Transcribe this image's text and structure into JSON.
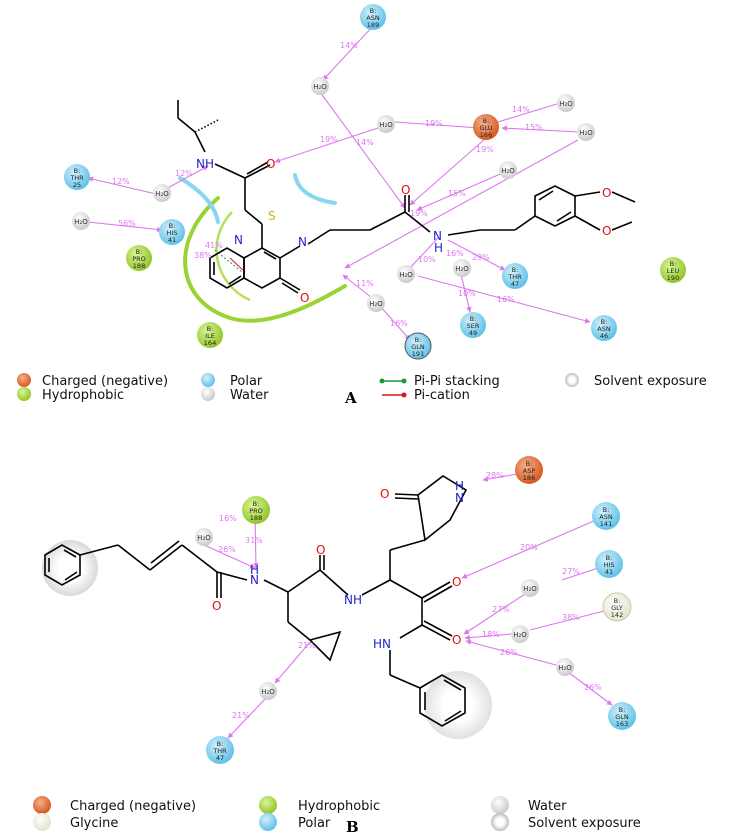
{
  "panel_a": {
    "label": "A",
    "residues": [
      {
        "chain": "B:",
        "name": "ASN",
        "num": "189",
        "type": "polar"
      },
      {
        "chain": "B:",
        "name": "GLU",
        "num": "166",
        "type": "charged_negative"
      },
      {
        "chain": "B:",
        "name": "THR",
        "num": "25",
        "type": "polar"
      },
      {
        "chain": "B:",
        "name": "HIS",
        "num": "41",
        "type": "polar"
      },
      {
        "chain": "B:",
        "name": "PRO",
        "num": "188",
        "type": "hydrophobic"
      },
      {
        "chain": "B:",
        "name": "THR",
        "num": "47",
        "type": "polar"
      },
      {
        "chain": "B:",
        "name": "LEU",
        "num": "190",
        "type": "hydrophobic"
      },
      {
        "chain": "B:",
        "name": "SER",
        "num": "49",
        "type": "polar"
      },
      {
        "chain": "B:",
        "name": "ASN",
        "num": "46",
        "type": "polar"
      },
      {
        "chain": "B:",
        "name": "GLN",
        "num": "191",
        "type": "polar"
      },
      {
        "chain": "B:",
        "name": "ILE",
        "num": "164",
        "type": "hydrophobic"
      }
    ],
    "water_label": "H₂O",
    "percents": [
      "14%",
      "14%",
      "19%",
      "15%",
      "19%",
      "14%",
      "12%",
      "12%",
      "56%",
      "41%",
      "38%",
      "19%",
      "15%",
      "19%",
      "10%",
      "16%",
      "29%",
      "10%",
      "16%",
      "16%",
      "11%"
    ],
    "atoms": {
      "nh": "NH",
      "n": "N",
      "o": "O",
      "s": "S",
      "h": "H"
    },
    "legend": [
      {
        "label": "Charged (negative)",
        "kind": "charged_negative"
      },
      {
        "label": "Hydrophobic",
        "kind": "hydrophobic"
      },
      {
        "label": "Polar",
        "kind": "polar"
      },
      {
        "label": "Water",
        "kind": "water"
      },
      {
        "label": "Pi-Pi stacking",
        "kind": "pipi"
      },
      {
        "label": "Pi-cation",
        "kind": "pication"
      },
      {
        "label": "Solvent exposure",
        "kind": "solvent"
      }
    ]
  },
  "panel_b": {
    "label": "B",
    "residues": [
      {
        "chain": "B:",
        "name": "ASP",
        "num": "186",
        "type": "charged_negative"
      },
      {
        "chain": "B:",
        "name": "PRO",
        "num": "188",
        "type": "hydrophobic"
      },
      {
        "chain": "B:",
        "name": "ASN",
        "num": "141",
        "type": "polar"
      },
      {
        "chain": "B:",
        "name": "HIS",
        "num": "41",
        "type": "polar"
      },
      {
        "chain": "B:",
        "name": "GLY",
        "num": "142",
        "type": "glycine"
      },
      {
        "chain": "B:",
        "name": "GLN",
        "num": "163",
        "type": "polar"
      },
      {
        "chain": "B:",
        "name": "THR",
        "num": "47",
        "type": "polar"
      }
    ],
    "water_label": "H₂O",
    "percents": [
      "28%",
      "16%",
      "31%",
      "26%",
      "20%",
      "27%",
      "27%",
      "38%",
      "18%",
      "26%",
      "26%",
      "21%",
      "21%"
    ],
    "atoms": {
      "nh": "NH",
      "n": "N",
      "o": "O",
      "h": "H",
      "hn": "HN"
    },
    "legend": [
      {
        "label": "Charged (negative)",
        "kind": "charged_negative"
      },
      {
        "label": "Hydrophobic",
        "kind": "hydrophobic"
      },
      {
        "label": "Water",
        "kind": "water"
      },
      {
        "label": "Glycine",
        "kind": "glycine"
      },
      {
        "label": "Polar",
        "kind": "polar"
      },
      {
        "label": "Solvent exposure",
        "kind": "solvent"
      }
    ]
  },
  "colors": {
    "charged_negative": "#e8632a",
    "hydrophobic": "#a6d63a",
    "polar": "#7fd4f2",
    "water": "#dcdcdc",
    "glycine": "#f1f1e3",
    "hbond": "#dd77ee",
    "pipi": "#1a9a30",
    "pication": "#d91818",
    "hydrophobic_contour": "#9bd334",
    "polar_contour": "#89d6f0"
  }
}
